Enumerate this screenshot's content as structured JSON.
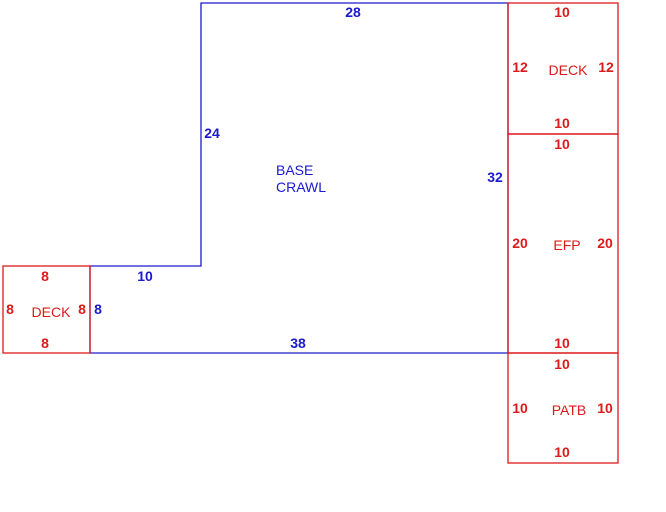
{
  "colors": {
    "main": "#1a1acc",
    "addition": "#dd1a1a",
    "background": "#ffffff"
  },
  "base": {
    "name_line1": "BASE",
    "name_line2": "CRAWL",
    "dims": {
      "top": "28",
      "left_upper": "24",
      "right": "32",
      "step": "10",
      "left_lower": "8",
      "bottom": "38"
    }
  },
  "deck_right": {
    "name": "DECK",
    "dims": {
      "top": "10",
      "left": "12",
      "right": "12",
      "bottom": "10"
    }
  },
  "efp": {
    "name": "EFP",
    "dims": {
      "top": "10",
      "left": "20",
      "right": "20",
      "bottom": "10"
    }
  },
  "patb": {
    "name": "PATB",
    "dims": {
      "top": "10",
      "left": "10",
      "right": "10",
      "bottom": "10"
    }
  },
  "deck_left": {
    "name": "DECK",
    "dims": {
      "top": "8",
      "left": "8",
      "right": "8",
      "bottom": "8"
    }
  }
}
